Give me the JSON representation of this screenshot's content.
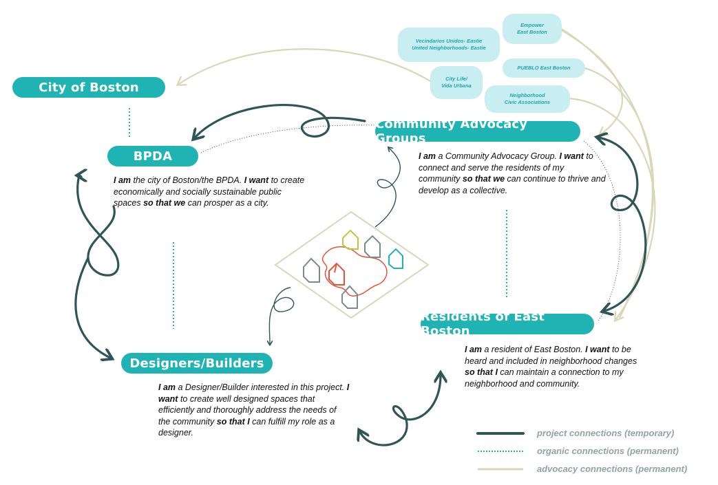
{
  "nodes": {
    "city": "City of Boston",
    "bpda": "BPDA",
    "cag": "Community Advocacy Groups",
    "residents": "Residents of East Boston",
    "designers": "Designers/Builders"
  },
  "advocacy_groups": {
    "empower": [
      "Empower",
      "East Boston"
    ],
    "vecindarios": [
      "Vecindarios Unidos- Eastie",
      "United Neighborhoods- Eastie"
    ],
    "pueblo": [
      "PUEBLO East Boston"
    ],
    "citylife": [
      "City Life/",
      "Vida Urbana"
    ],
    "nca": [
      "Neighborhood",
      "Civic Associations"
    ]
  },
  "descriptions": {
    "bpda": {
      "iam": "I am",
      "t1": " the city of Boston/the BPDA. ",
      "iwant": "I want",
      "t2": " to create economically and socially sustainable public spaces ",
      "sothat": "so that we",
      "t3": " can prosper as a city."
    },
    "cag": {
      "iam": "I am",
      "t1": " a Community Advocacy Group. ",
      "iwant": "I want",
      "t2": " to connect and serve the residents of my community ",
      "sothat": "so that we",
      "t3": " can continue to thrive and develop as a collective."
    },
    "residents": {
      "iam": "I am",
      "t1": " a resident of East Boston. ",
      "iwant": "I want",
      "t2": " to be heard and included in neighborhood changes ",
      "sothat": "so that I",
      "t3": " can maintain a connection to my neighborhood and community."
    },
    "designers": {
      "iam": "I am",
      "t1": " a Designer/Builder interested in this project. ",
      "iwant": "I want",
      "t2": " to create well designed spaces that efficiently and thoroughly address the needs of the community ",
      "sothat": "so that I",
      "t3": " can fulfill my role as a designer."
    }
  },
  "legend": {
    "project": "project connections (temporary)",
    "organic": "organic connections (permanent)",
    "advocacy": "advocacy connections (permanent)"
  },
  "colors": {
    "teal_pill": "#1fb3b3",
    "bubble_bg": "#c9eef2",
    "bubble_text": "#1fa6b0",
    "project_line": "#2f5556",
    "organic_line": "#1fb3b3",
    "advocacy_line": "#d8d7b8",
    "house_red": "#e5533a",
    "house_yellow": "#b9c93b",
    "house_teal": "#1fb3b3",
    "house_gray": "#7a8c8a"
  }
}
